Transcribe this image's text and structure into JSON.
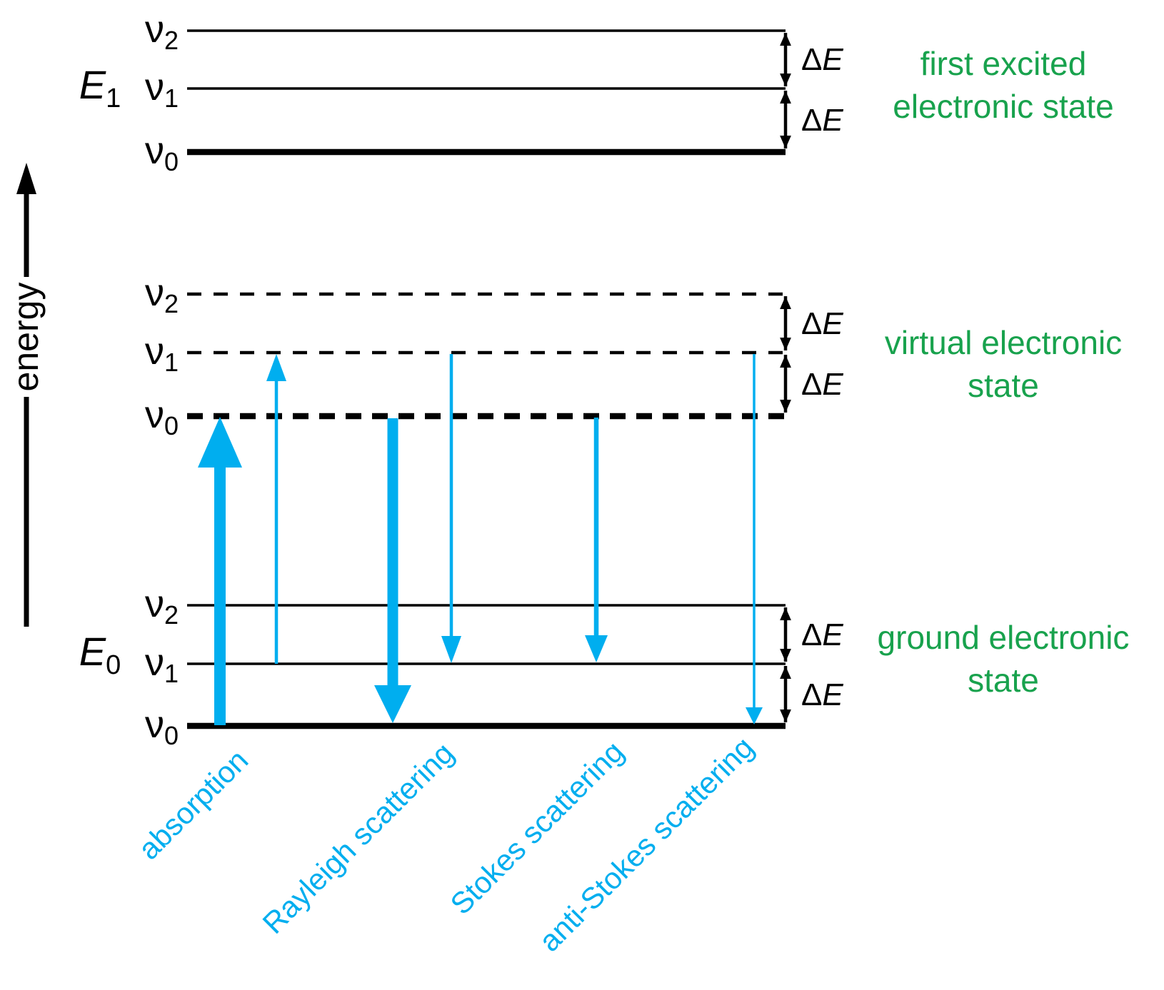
{
  "palette": {
    "arrow_blue": "#00AEEF",
    "state_green": "#18A24D",
    "ink_black": "#000000",
    "background": "#FFFFFF"
  },
  "energy_axis": {
    "label": "energy"
  },
  "delta_e": {
    "delta": "Δ",
    "e": "E"
  },
  "groups": {
    "excited": {
      "electronic_label": {
        "base": "E",
        "sub": "1"
      },
      "state_name": {
        "line1": "first excited",
        "line2": "electronic state"
      },
      "levels": {
        "v2": {
          "base": "ν",
          "sub": "2"
        },
        "v1": {
          "base": "ν",
          "sub": "1"
        },
        "v0": {
          "base": "ν",
          "sub": "0"
        }
      }
    },
    "virtual": {
      "state_name": {
        "line1": "virtual electronic",
        "line2": "state"
      },
      "levels": {
        "v2": {
          "base": "ν",
          "sub": "2"
        },
        "v1": {
          "base": "ν",
          "sub": "1"
        },
        "v0": {
          "base": "ν",
          "sub": "0"
        }
      }
    },
    "ground": {
      "electronic_label": {
        "base": "E",
        "sub": "0"
      },
      "state_name": {
        "line1": "ground electronic",
        "line2": "state"
      },
      "levels": {
        "v2": {
          "base": "ν",
          "sub": "2"
        },
        "v1": {
          "base": "ν",
          "sub": "1"
        },
        "v0": {
          "base": "ν",
          "sub": "0"
        }
      }
    }
  },
  "transitions": {
    "absorption": {
      "label": "absorption"
    },
    "rayleigh": {
      "label": "Rayleigh scattering"
    },
    "stokes": {
      "label": "Stokes scattering"
    },
    "anti_stokes": {
      "label": "anti-Stokes scattering"
    }
  }
}
